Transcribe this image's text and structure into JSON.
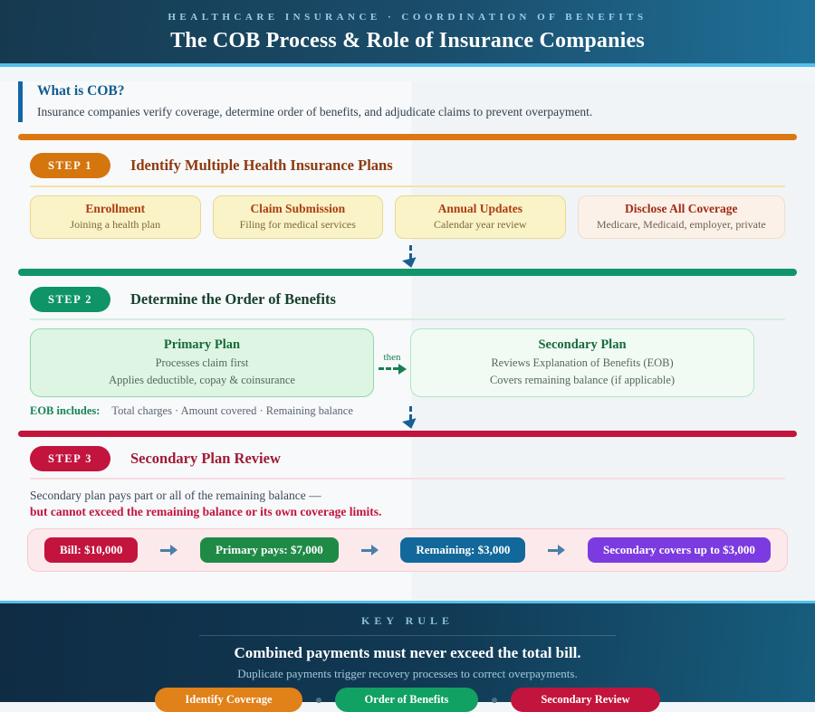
{
  "header": {
    "eyebrow": "HEALTHCARE INSURANCE · COORDINATION OF BENEFITS",
    "title": "The COB Process & Role of Insurance Companies"
  },
  "intro": {
    "title": "What is COB?",
    "body": "Insurance companies verify coverage, determine order of benefits, and adjudicate claims to prevent overpayment."
  },
  "step1": {
    "badge": "STEP 1",
    "title": "Identify Multiple Health Insurance Plans",
    "cards": [
      {
        "title": "Enrollment",
        "desc": "Joining a health plan"
      },
      {
        "title": "Claim Submission",
        "desc": "Filing for medical services"
      },
      {
        "title": "Annual Updates",
        "desc": "Calendar year review"
      },
      {
        "title": "Disclose All Coverage",
        "desc": "Medicare, Medicaid, employer, private"
      }
    ]
  },
  "step2": {
    "badge": "STEP 2",
    "title": "Determine the Order of Benefits",
    "primary": {
      "title": "Primary Plan",
      "line1": "Processes claim first",
      "line2": "Applies deductible, copay & coinsurance"
    },
    "connector_label": "then",
    "secondary": {
      "title": "Secondary Plan",
      "line1": "Reviews Explanation of Benefits (EOB)",
      "line2": "Covers remaining balance (if applicable)"
    },
    "eob_label": "EOB includes:",
    "eob_items": "Total charges · Amount covered · Remaining balance"
  },
  "step3": {
    "badge": "STEP 3",
    "title": "Secondary Plan Review",
    "note_plain": "Secondary plan pays part or all of the remaining balance —",
    "note_bold": "but cannot exceed the remaining balance or its own coverage limits.",
    "flow": [
      {
        "label": "Bill: $10,000",
        "bg": "#C2143D"
      },
      {
        "label": "Primary pays: $7,000",
        "bg": "#1E8A46"
      },
      {
        "label": "Remaining: $3,000",
        "bg": "#12689A"
      },
      {
        "label": "Secondary covers up to $3,000",
        "bg": "#7C3BE0"
      }
    ]
  },
  "footer": {
    "eyebrow": "KEY RULE",
    "headline": "Combined payments must never exceed the total bill.",
    "subtext": "Duplicate payments trigger recovery processes to correct overpayments.",
    "pills": [
      {
        "label": "Identify Coverage",
        "bg": "#E08119"
      },
      {
        "label": "Order of Benefits",
        "bg": "#10A163"
      },
      {
        "label": "Secondary Review",
        "bg": "#C2143D"
      }
    ]
  },
  "colors": {
    "step1_accent": "#DC7711",
    "step2_accent": "#10956A",
    "step3_accent": "#C2143D",
    "connector_blue": "#1A5F94",
    "header_border": "#56BEEC"
  }
}
